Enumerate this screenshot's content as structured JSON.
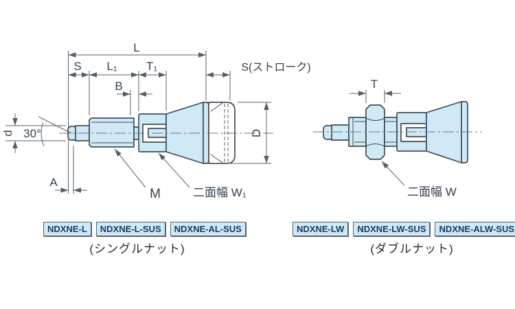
{
  "colors": {
    "part_fill": "#cfe9f7",
    "outline": "#434c54",
    "dimension_line": "#55606a",
    "badge_text": "#173a66",
    "badge_fill": "#cfe9f7"
  },
  "left_diagram": {
    "labels": {
      "L": "L",
      "S": "S",
      "L1": "L₁",
      "T1": "T₁",
      "B": "B",
      "A": "A",
      "d": "d",
      "angle": "30°",
      "stroke": "S(ストローク)",
      "D": "D",
      "thread": "M",
      "width_across_flats": "二面幅 W₁"
    },
    "models": [
      "NDXNE-L",
      "NDXNE-L-SUS",
      "NDXNE-AL-SUS"
    ],
    "caption": "(シングルナット)"
  },
  "right_diagram": {
    "labels": {
      "T": "T",
      "width_across_flats": "二面幅 W"
    },
    "models": [
      "NDXNE-LW",
      "NDXNE-LW-SUS",
      "NDXNE-ALW-SUS"
    ],
    "caption": "(ダブルナット)"
  }
}
